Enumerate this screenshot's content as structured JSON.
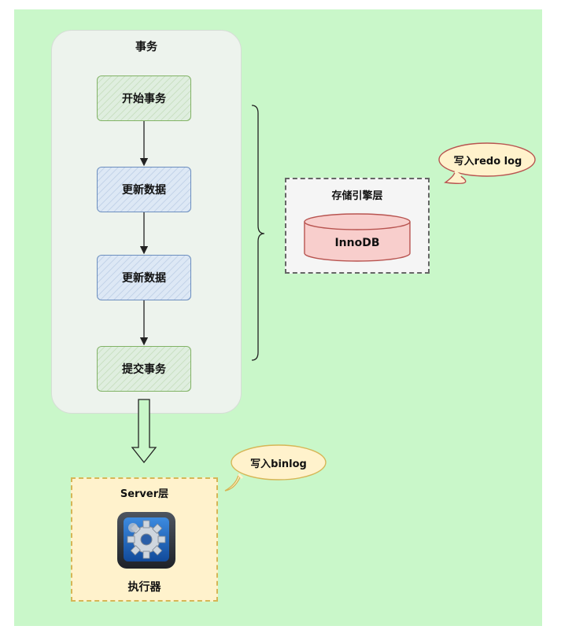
{
  "transaction": {
    "title": "事务",
    "steps": [
      {
        "label": "开始事务",
        "color": "green"
      },
      {
        "label": "更新数据",
        "color": "blue"
      },
      {
        "label": "更新数据",
        "color": "blue"
      },
      {
        "label": "提交事务",
        "color": "green"
      }
    ]
  },
  "storage_engine": {
    "title": "存储引擎层",
    "database": "InnoDB",
    "callout": "写入redo log"
  },
  "server": {
    "title": "Server层",
    "executor": "执行器",
    "icon": "gear-icon",
    "callout": "写入binlog"
  },
  "colors": {
    "background": "#c9f7c9",
    "green_stroke": "#82b366",
    "blue_stroke": "#6c8ebf",
    "db_stroke": "#b85450",
    "server_stroke": "#d6b656"
  }
}
